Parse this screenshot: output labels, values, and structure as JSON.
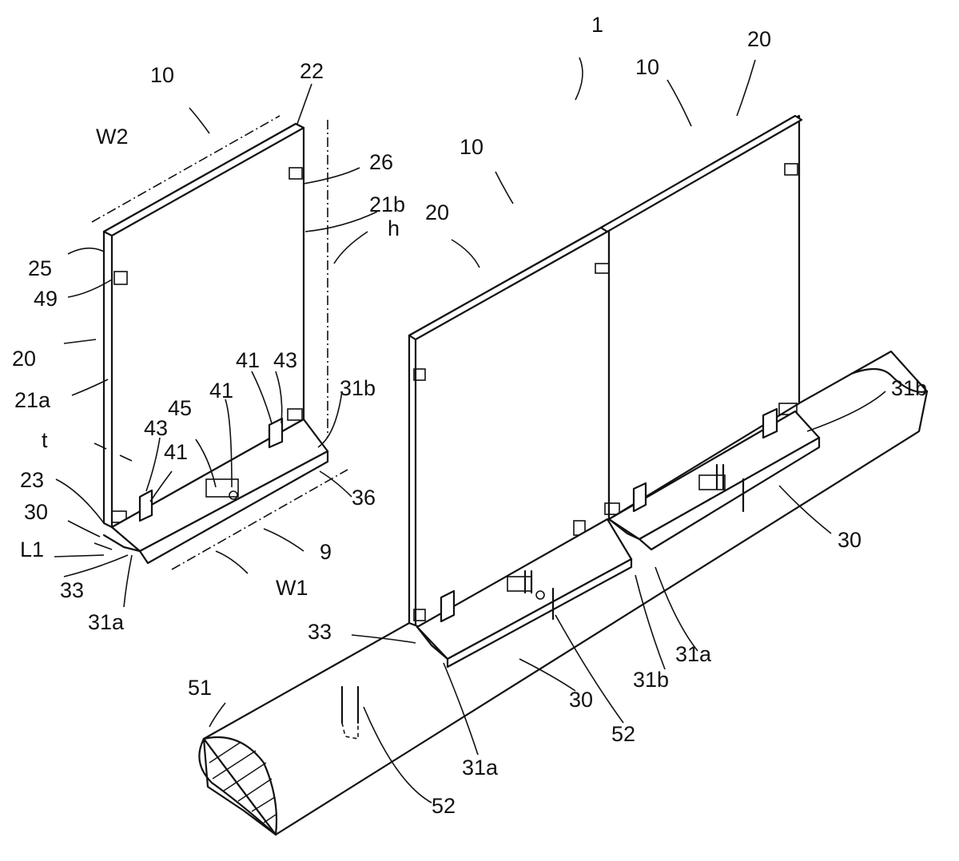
{
  "labels": {
    "l1": "1",
    "l10a": "10",
    "l10b": "10",
    "l10c": "10",
    "l20a": "20",
    "l20b": "20",
    "l20c": "20",
    "l22": "22",
    "l26": "26",
    "l21b": "21b",
    "lh": "h",
    "lW2": "W2",
    "l25": "25",
    "l49": "49",
    "l21a": "21a",
    "l41a": "41",
    "l43a": "43",
    "l41b": "41",
    "l45": "45",
    "l31b_left": "31b",
    "l43b": "43",
    "l41c": "41",
    "lt": "t",
    "l23": "23",
    "l36": "36",
    "l30_left": "30",
    "lL1": "L1",
    "l9": "9",
    "l33_left": "33",
    "lW1": "W1",
    "l31a_left": "31a",
    "l31b_right": "31b",
    "l30_right_a": "30",
    "l33_right": "33",
    "l31a_mid": "31a",
    "l31b_mid": "31b",
    "l30_mid": "30",
    "l52_mid": "52",
    "l51": "51",
    "l31a_bottom": "31a",
    "l52_bottom": "52"
  }
}
